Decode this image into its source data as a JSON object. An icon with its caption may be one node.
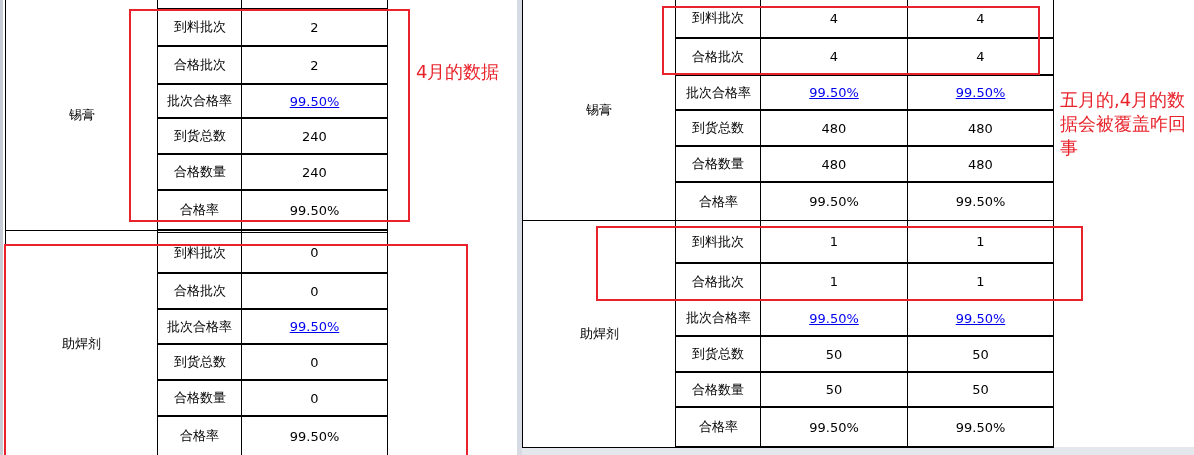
{
  "diagram": {
    "labels": [
      "锡膏",
      "到料批次",
      "2",
      "合格批次",
      "2",
      "批次合格率",
      "99.50%",
      "到货总数",
      "240",
      "合格数量",
      "240",
      "合格率",
      "99.50%",
      "4月的数据",
      "助焊剂",
      "到料批次",
      "0",
      "合格批次",
      "0",
      "批次合格率",
      "99.50%",
      "到货总数",
      "0",
      "合格数量",
      "0",
      "合格率",
      "99.50%",
      "锡膏",
      "到料批次",
      "4",
      "4",
      "合格批次",
      "4",
      "4",
      "批次合格率",
      "99.50%",
      "99.50%",
      "到货总数",
      "480",
      "480",
      "合格数量",
      "480",
      "480",
      "合格率",
      "99.50%",
      "99.50%",
      "五月的,4月的数据会被覆盖咋回事",
      "助焊剂",
      "到料批次",
      "1",
      "1",
      "合格批次",
      "1",
      "1",
      "批次合格率",
      "99.50%",
      "99.50%",
      "到货总数",
      "50",
      "50",
      "合格数量",
      "50",
      "50",
      "合格率",
      "99.50%",
      "99.50%"
    ]
  }
}
